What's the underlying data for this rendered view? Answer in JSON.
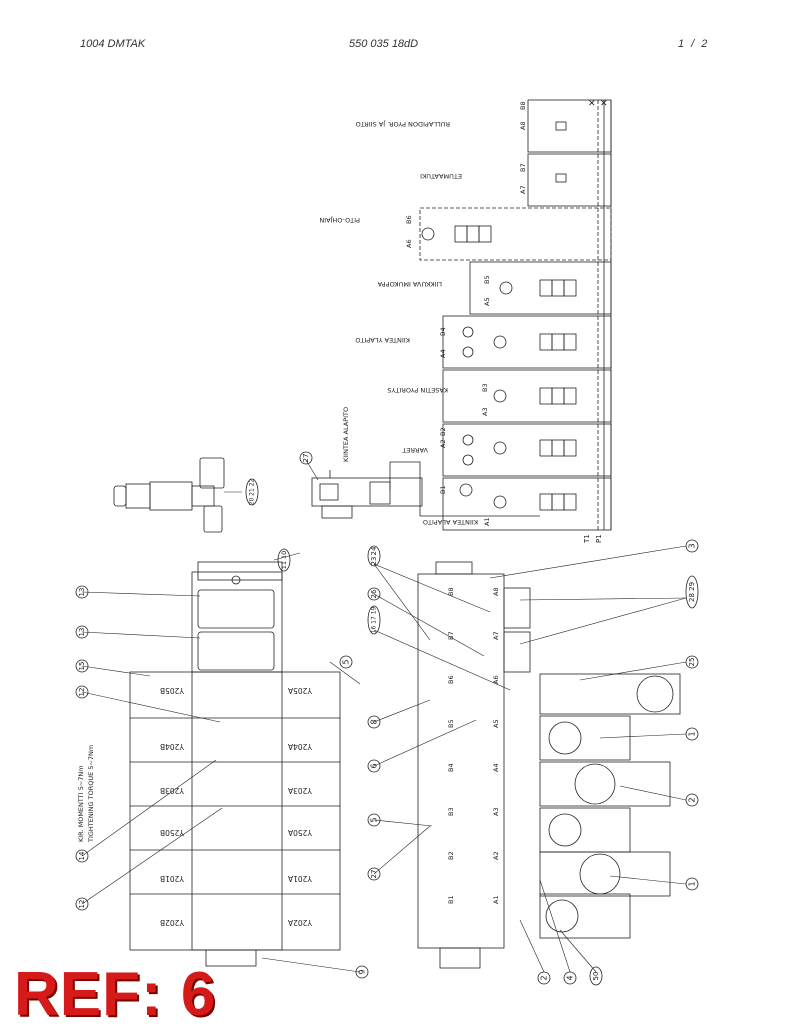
{
  "header": {
    "left": "1004   DMTAK",
    "center": "550 035 18dD",
    "right": "1 /  2"
  },
  "schematic": {
    "sections": [
      "KIINTEA ALAPITO",
      "VARRET",
      "KASETIN PYORITYS",
      "KIINTEA YLAPITO",
      "LIIKKUVA IMUKOPPA",
      "PITO-OHJAIN",
      "ETUMAATUKI",
      "RULLAPIDON PYOR. JA SIIRTO"
    ],
    "ports": [
      "A1",
      "B1",
      "A2",
      "B2",
      "A3",
      "B3",
      "A4",
      "B4",
      "A5",
      "B5",
      "A6",
      "B6",
      "A7",
      "B7",
      "A8",
      "B8"
    ],
    "supply": [
      "T1",
      "P1"
    ],
    "fitting_label": "KIINTEA ALAPITO"
  },
  "left_block": {
    "coils_left": [
      "Y205B",
      "Y204B",
      "Y203B",
      "Y250B",
      "Y201B",
      "Y202B"
    ],
    "coils_right": [
      "Y205A",
      "Y204A",
      "Y203A",
      "Y250A",
      "Y201A",
      "Y202A"
    ],
    "torque_note_1": "KIR. MOMENTTI 5~7Nm",
    "torque_note_2": "TIGHTENING TORQUE 5~7Nm"
  },
  "right_block": {
    "ports_left": [
      "B8",
      "B7",
      "B6",
      "B5",
      "B4",
      "B3",
      "B2",
      "B1"
    ],
    "ports_right": [
      "A8",
      "A7",
      "A6",
      "A5",
      "A4",
      "A3",
      "A2",
      "A1"
    ]
  },
  "callouts": {
    "c3": "3",
    "c28_29": "28 29",
    "c25": "25",
    "c1a": "1",
    "c2": "2",
    "c1b": "1",
    "c2b": "2",
    "c4": "4",
    "c50": "50",
    "c24": "24",
    "c23": "23",
    "c26": "26",
    "c16_19": "16 17 19",
    "c8": "8",
    "c6": "6",
    "c5": "5",
    "c27b": "27",
    "c11_10": "11 10",
    "c13a": "13",
    "c13b": "13",
    "c15": "15",
    "c12a": "12",
    "c14": "14",
    "c12b": "12",
    "c9": "9",
    "c5b": "5",
    "c20_22": "20 21 22",
    "c27": "27"
  },
  "reference": "REF: 6"
}
